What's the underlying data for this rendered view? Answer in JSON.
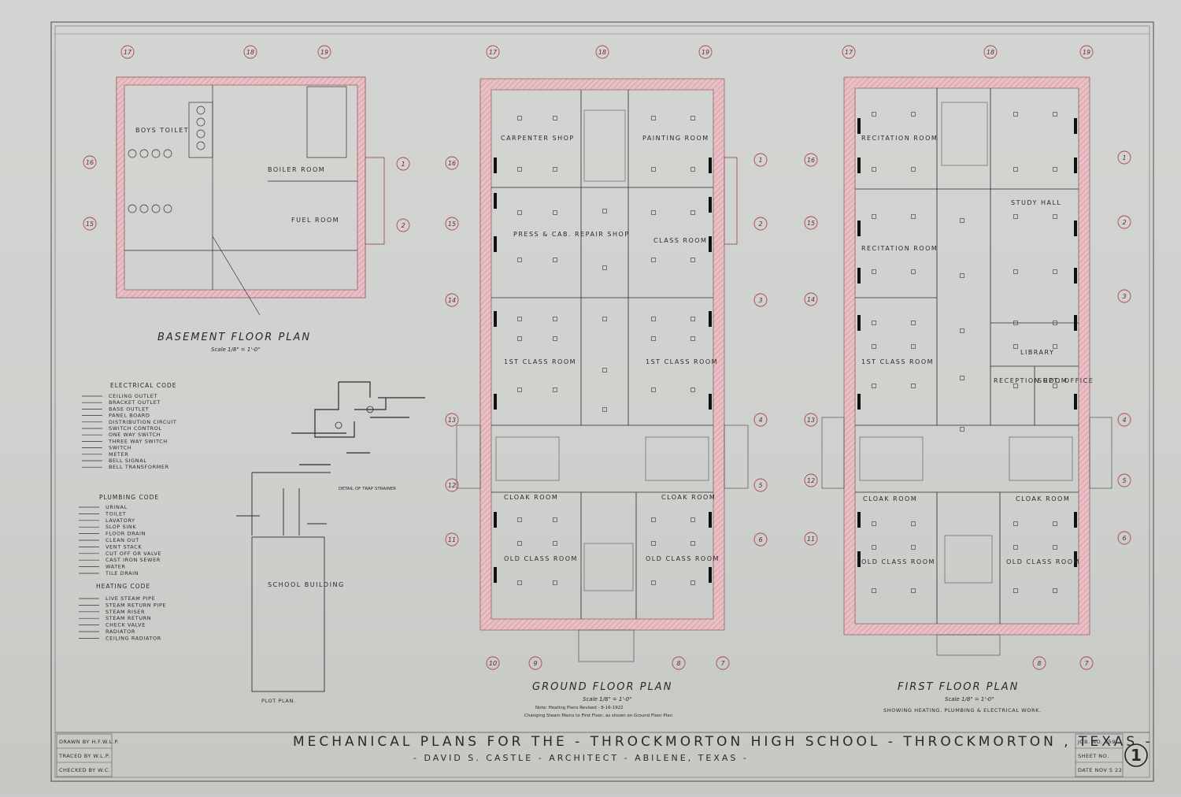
{
  "title_block": {
    "main_title": "MECHANICAL  PLANS  FOR THE - THROCKMORTON  HIGH SCHOOL - THROCKMORTON , TEXAS -",
    "sub_title": "- DAVID  S. CASTLE - ARCHITECT - ABILENE, TEXAS -",
    "drawn_by": "DRAWN BY  H.F.W.L.P.",
    "traced_by": "TRACED BY  W.L.P.",
    "checked_by": "CHECKED BY  W.C.",
    "job_no": "JOB. NO. 659",
    "sheet_no": "SHEET NO.",
    "date": "DATE  NOV 5 22",
    "sheet_number": "1"
  },
  "basement": {
    "title": "BASEMENT  FLOOR  PLAN",
    "scale": "Scale 1/8\" = 1'-0\"",
    "rooms": [
      "BOYS  TOILET",
      "BOILER  ROOM",
      "FUEL  ROOM"
    ]
  },
  "ground": {
    "title": "GROUND  FLOOR  PLAN",
    "scale": "Scale 1/8\" = 1'-0\"",
    "note1": "Note: Heating Plans Revised - 8-16-1922",
    "note2": "Changing Steam Mains to First Floor, as shown on Ground Floor Plan",
    "rooms": [
      "CARPENTER  SHOP",
      "PAINTING  ROOM",
      "PRESS & CAB.  REPAIR SHOP",
      "CLASS  ROOM",
      "1ST CLASS  ROOM",
      "1ST CLASS  ROOM",
      "CLOAK  ROOM",
      "CLOAK  ROOM",
      "OLD  CLASS  ROOM",
      "OLD  CLASS  ROOM"
    ]
  },
  "first": {
    "title": "FIRST  FLOOR  PLAN",
    "scale": "Scale 1/8\" = 1'-0\"",
    "subtitle": "SHOWING  HEATING, PLUMBING & ELECTRICAL  WORK.",
    "rooms": [
      "RECITATION  ROOM",
      "STUDY  HALL",
      "RECITATION  ROOM",
      "1ST CLASS  ROOM",
      "LIBRARY",
      "RECEPTION  ROOM",
      "SUPT. OFFICE",
      "CLOAK  ROOM",
      "CLOAK  ROOM",
      "OLD  CLASS  ROOM",
      "OLD  CLASS  ROOM"
    ]
  },
  "detail": {
    "title": "DETAIL  OF  TRAP  STRAINER",
    "plot_title": "PLOT  PLAN.",
    "school_building": "SCHOOL  BUILDING"
  },
  "electrical_code": {
    "heading": "ELECTRICAL  CODE",
    "items": [
      "CEILING  OUTLET",
      "BRACKET  OUTLET",
      "BASE  OUTLET",
      "PANEL  BOARD",
      "DISTRIBUTION  CIRCUIT",
      "SWITCH  CONTROL",
      "ONE WAY  SWITCH",
      "THREE WAY  SWITCH",
      "SWITCH",
      "METER",
      "BELL  SIGNAL",
      "BELL  TRANSFORMER"
    ]
  },
  "plumbing_code": {
    "heading": "PLUMBING  CODE",
    "items": [
      "URINAL",
      "TOILET",
      "LAVATORY",
      "SLOP  SINK",
      "FLOOR  DRAIN",
      "CLEAN  OUT",
      "VENT  STACK",
      "CUT  OFF  OR  VALVE",
      "CAST  IRON  SEWER",
      "WATER",
      "TILE  DRAIN"
    ]
  },
  "heating_code": {
    "heading": "HEATING  CODE",
    "items": [
      "LIVE  STEAM  PIPE",
      "STEAM  RETURN  PIPE",
      "STEAM  RISER",
      "STEAM  RETURN",
      "CHECK  VALVE",
      "RADIATOR",
      "CEILING  RADIATOR"
    ]
  },
  "grid_marks": {
    "basement": [
      "17",
      "18",
      "19",
      "16",
      "15",
      "1",
      "2"
    ],
    "ground": [
      "17",
      "18",
      "19",
      "16",
      "15",
      "14",
      "13",
      "12",
      "11",
      "10",
      "9",
      "8",
      "7",
      "1",
      "2",
      "3",
      "4",
      "5",
      "6"
    ],
    "first": [
      "17",
      "18",
      "19",
      "16",
      "15",
      "14",
      "13",
      "12",
      "11",
      "7",
      "8",
      "1",
      "2",
      "3",
      "4",
      "5",
      "6"
    ]
  },
  "colors": {
    "paper": "#d0d2cf",
    "wall_fill": "#e4bcc0",
    "wall_stroke": "#a05a62",
    "ink": "#2b2b2b",
    "grid_mark": "#b04452"
  }
}
